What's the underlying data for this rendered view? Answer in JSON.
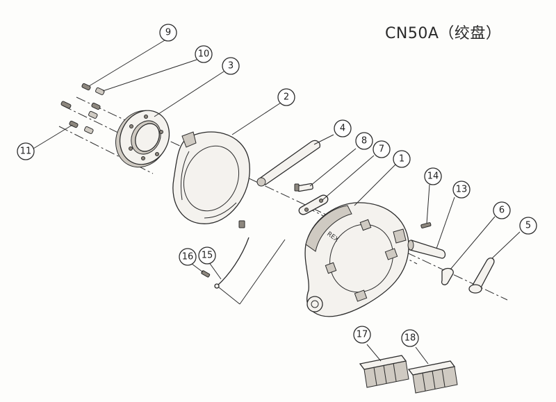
{
  "title": "CN50A（绞盘）",
  "callouts": {
    "p1": "1",
    "p2": "2",
    "p3": "3",
    "p4": "4",
    "p5": "5",
    "p6": "6",
    "p7": "7",
    "p8": "8",
    "p9": "9",
    "p10": "10",
    "p11": "11",
    "p13": "13",
    "p14": "14",
    "p15": "15",
    "p16": "16",
    "p17": "17",
    "p18": "18"
  },
  "head_label": "REX"
}
